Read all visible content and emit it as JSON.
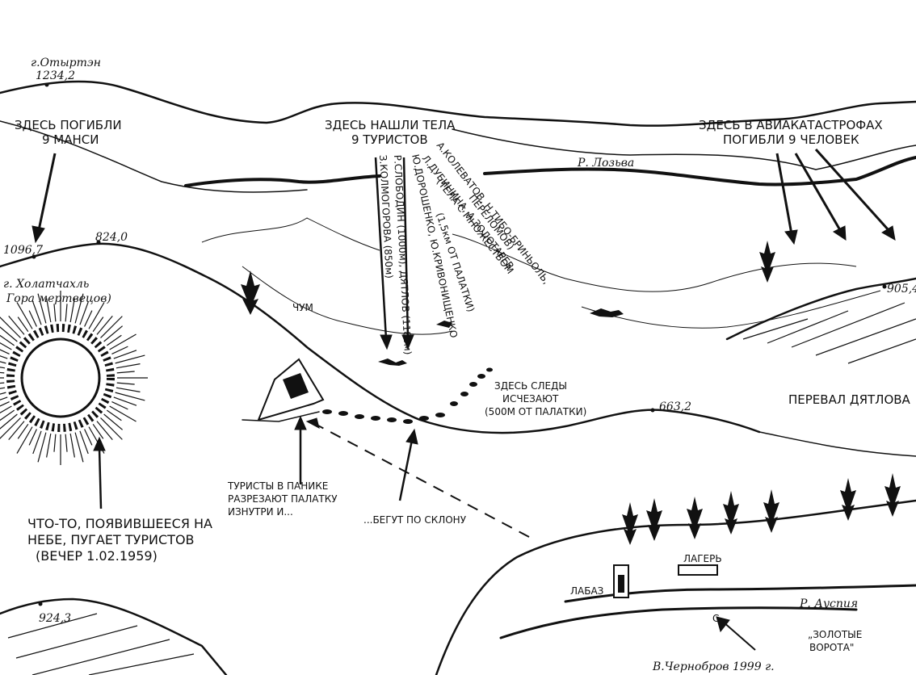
{
  "labels": {
    "peak_otirten": "г.Отыртэн",
    "peak_otirten_alt": "1234,2",
    "mansi": [
      "ЗДЕСЬ ПОГИБЛИ",
      "9 МАНСИ"
    ],
    "bodies": [
      "ЗДЕСЬ НАШЛИ ТЕЛА",
      "9 ТУРИСТОВ"
    ],
    "aviation": [
      "ЗДЕСЬ В АВИАКАТАСТРОФАХ",
      "ПОГИБЛИ 9 ЧЕЛОВЕК"
    ],
    "river_lozva": "Р. Лозьва",
    "alt_1096": "1096,7",
    "alt_824": "824,0",
    "kholat": [
      "г. Холатчахль",
      "Гора мертвецов)"
    ],
    "chum": "ЧУМ",
    "names_1": "Р.СЛОБОДИН (1000м), ДЯТЛОВ (1180м)",
    "names_2": "З.КОЛМОГОРОВА (850м)",
    "names_3": "Ю.ДОРОШЕНКО, Ю.КРИВОНИЩЕНКО",
    "names_4": "(1,5км ОТ ПАЛАТКИ)",
    "names_5": "А.КОЛЕВАТОВ, Н.ТИБО-БРИНЬОЛЬ,",
    "names_6": "Л.ДУБИНИНА, А.ЗОЛОТАРЕВ",
    "names_7": "(ТЕЛА С МНОЖЕСТВОМ",
    "names_8": "ПЕРЕЛОМОВ)",
    "alt_905": "905,4",
    "tracks_end": [
      "ЗДЕСЬ СЛЕДЫ",
      "ИСЧЕЗАЮТ",
      "(500М ОТ ПАЛАТКИ)"
    ],
    "alt_663": "663,2",
    "pass": "ПЕРЕВАЛ ДЯТЛОВА",
    "panic": [
      "ТУРИСТЫ В ПАНИКЕ",
      "РАЗРЕЗАЮТ ПАЛАТКУ",
      "ИЗНУТРИ И..."
    ],
    "run": "...БЕГУТ ПО СКЛОНУ",
    "sky": [
      "ЧТО-ТО, ПОЯВИВШЕЕСЯ НА",
      "НЕБЕ, ПУГАЕТ ТУРИСТОВ",
      "(ВЕЧЕР 1.02.1959)"
    ],
    "camp": "ЛАГЕРЬ",
    "labaz": "ЛАБАЗ",
    "river_auspiya": "Р. Ауспия",
    "golden_gates": [
      "„ЗОЛОТЫЕ",
      "ВОРОТА\""
    ],
    "alt_924": "924,3",
    "author": "В.Чернобров 1999 г.",
    "north": "С"
  }
}
